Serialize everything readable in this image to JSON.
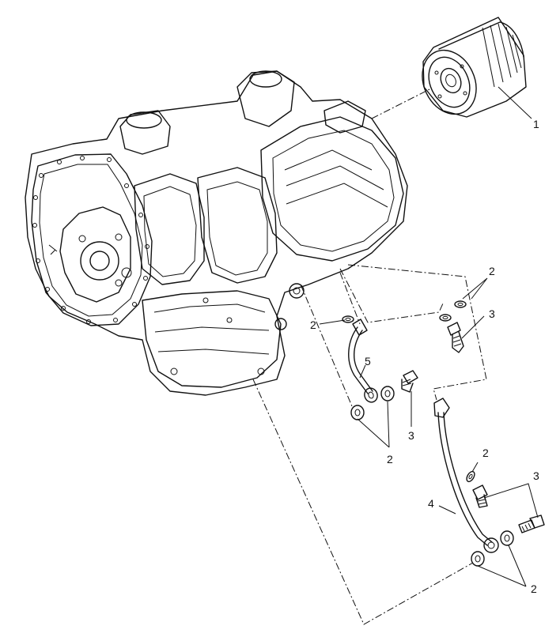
{
  "callouts": {
    "c1": "1",
    "c2a": "2",
    "c2b": "2",
    "c2c": "2",
    "c2d": "2",
    "c2e": "2",
    "c3a": "3",
    "c3b": "3",
    "c3c": "3",
    "c4": "4",
    "c5": "5"
  }
}
